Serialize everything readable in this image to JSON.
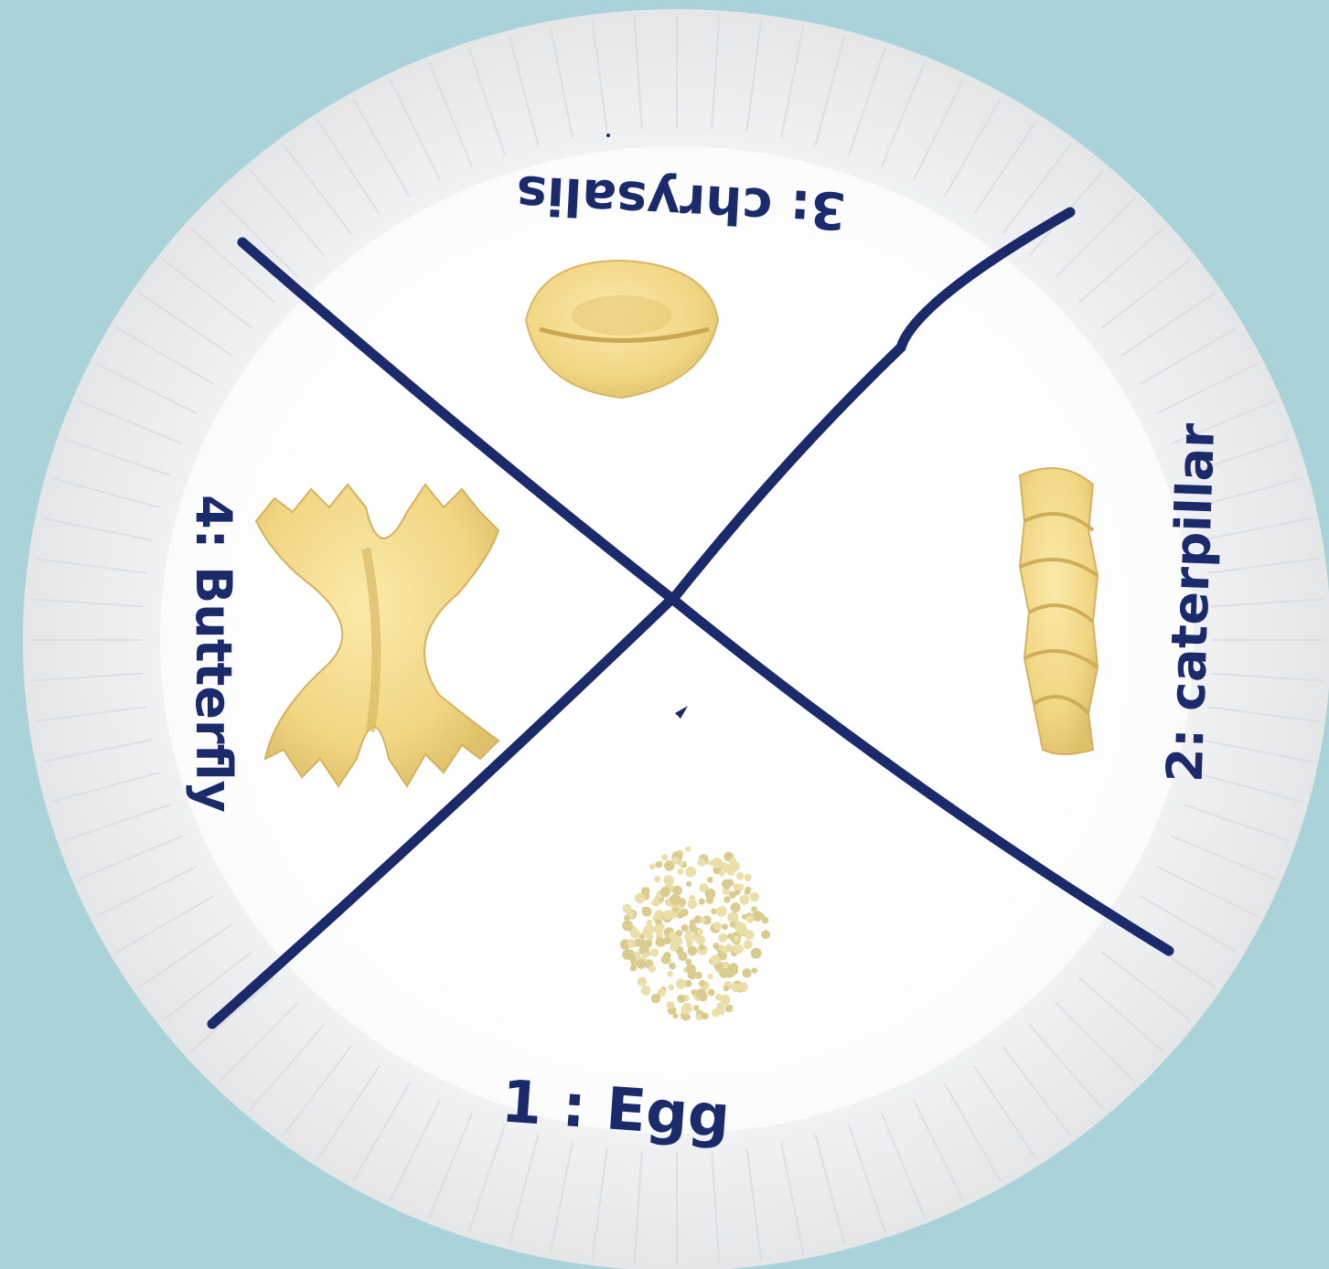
{
  "scene": {
    "background_color": "#a9d3d9",
    "plate_color": "#ffffff",
    "ink_color": "#1b2a6b",
    "pasta_color": "#f3dc8f"
  },
  "labels": {
    "egg": "1 : Egg",
    "caterpillar": "2: caterpillar",
    "chrysalis": "3: chrysalis",
    "butterfly": "4: Butterfly"
  },
  "items": {
    "egg": "couscous-grains",
    "caterpillar": "rotini-pasta",
    "chrysalis": "shell-pasta",
    "butterfly": "bowtie-pasta"
  }
}
